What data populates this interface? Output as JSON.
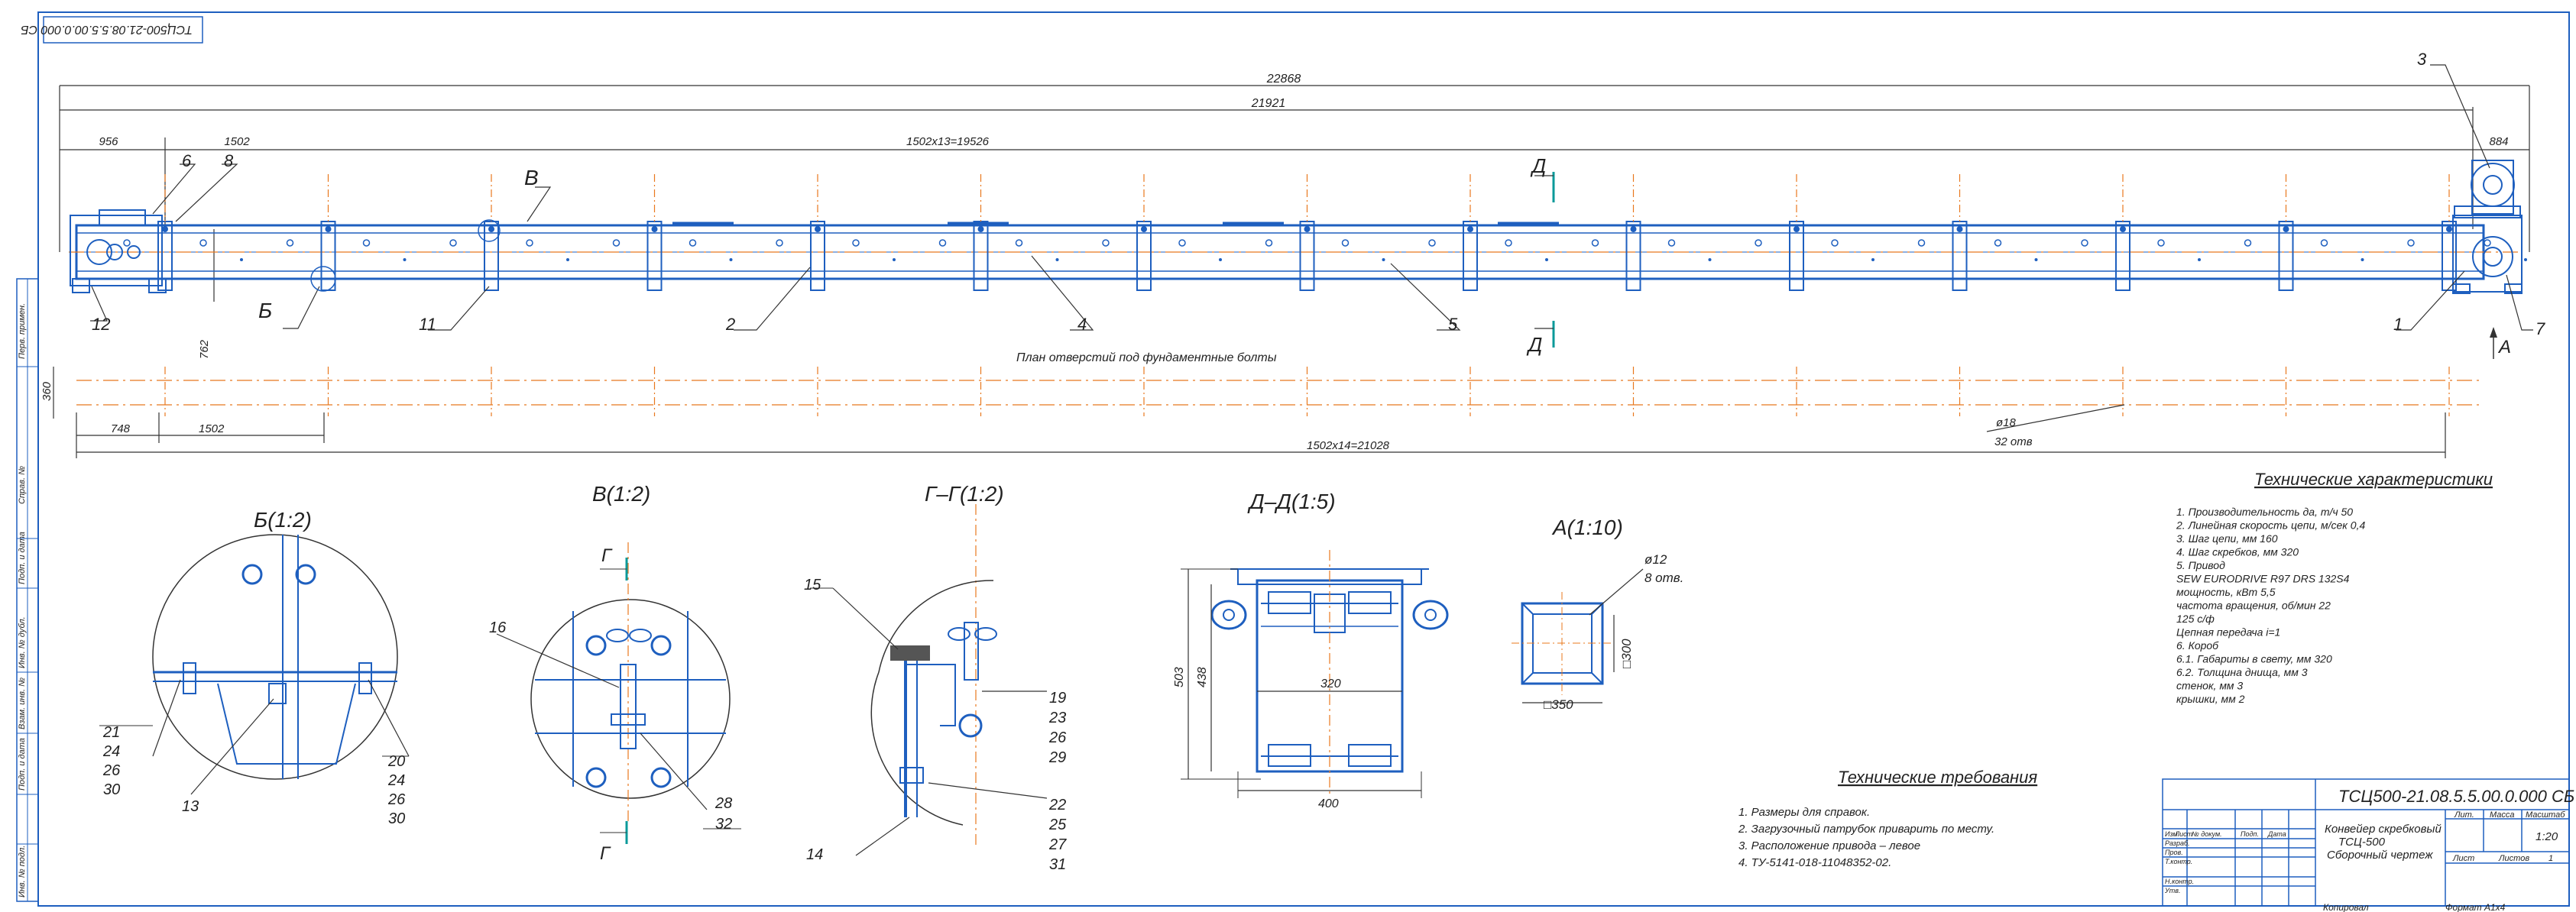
{
  "stamp_top": "ТСЦ500-21.08.5.5.00.0.000 СБ",
  "dims": {
    "overall": "22868",
    "span": "21921",
    "left_end": "956",
    "pitch_first": "1502",
    "pitch_run": "1502x13=19526",
    "right_end": "884",
    "height": "762",
    "base_width": "360",
    "bolt_left": "748",
    "bolt_pitch": "1502",
    "bolt_run": "1502x14=21028",
    "hole_dia": "ø18",
    "hole_count": "32 отв"
  },
  "callouts": {
    "c1": "1",
    "c2": "2",
    "c3": "3",
    "c4": "4",
    "c5": "5",
    "c6": "6",
    "c7": "7",
    "c8": "8",
    "c11": "11",
    "c12": "12",
    "b_mark": "Б",
    "v_mark": "В",
    "d_mark": "Д",
    "a_mark": "А"
  },
  "foundation_note": "План отверстий под фундаментные болты",
  "views": {
    "b": {
      "title": "Б(1:2)",
      "left_labels": [
        "21",
        "24",
        "26",
        "30"
      ],
      "bottom_label": "13",
      "right_labels": [
        "20",
        "24",
        "26",
        "30"
      ]
    },
    "v": {
      "title": "В(1:2)",
      "cut": "Г",
      "label_16": "16",
      "label_28": "28",
      "label_32": "32"
    },
    "g": {
      "title": "Г–Г(1:2)",
      "label_15": "15",
      "label_14": "14",
      "right_top": [
        "19",
        "23",
        "26",
        "29"
      ],
      "right_bottom": [
        "22",
        "25",
        "27",
        "31"
      ]
    },
    "d": {
      "title": "Д–Д(1:5)",
      "dim_503": "503",
      "dim_438": "438",
      "dim_320": "320",
      "dim_400": "400"
    },
    "a": {
      "title": "А(1:10)",
      "hole": "ø12",
      "holes": "8 отв.",
      "side": "□300",
      "base": "□350"
    }
  },
  "tech_chars": {
    "heading": "Технические характеристики",
    "lines": [
      "1. Производительность да, т/ч  50",
      "2. Линейная скорость цепи, м/сек  0,4",
      "3. Шаг цепи, мм  160",
      "4. Шаг скребков, мм  320",
      "5. Привод",
      "SEW EURODRIVE R97 DRS 132S4",
      "мощность, кВт  5,5",
      "частота вращения, об/мин  22",
      "125 с/ф",
      "Цепная передача i=1",
      "6. Короб",
      "6.1. Габариты в свету, мм  320",
      "6.2. Толщина днища, мм  3",
      "         стенок, мм  3",
      "         крышки, мм  2"
    ]
  },
  "tech_req": {
    "heading": "Технические требования",
    "lines": [
      "1. Размеры для справок.",
      "2. Загрузочный патрубок приварить по месту.",
      "3. Расположение привода – левое",
      "4. ТУ-5141-018-11048352-02."
    ]
  },
  "title_block": {
    "doc_number": "ТСЦ500-21.08.5.5.00.0.000 СБ",
    "name_line1": "Конвейер скребковый",
    "name_line2": "ТСЦ-500",
    "name_line3": "Сборочный чертеж",
    "col_lit": "Лит.",
    "col_mass": "Масса",
    "col_scale": "Масштаб",
    "scale": "1:20",
    "sheet": "Лист",
    "sheets": "Листов",
    "sheets_count": "1",
    "rows": [
      "Изм",
      "Лист",
      "№ докум.",
      "Подп.",
      "Дата"
    ],
    "roles": [
      "Разраб.",
      "Пров.",
      "Т.контр.",
      "Н.контр.",
      "Утв."
    ],
    "copied": "Копировал",
    "format": "Формат  А1х4"
  },
  "side_strip": [
    "Перв. примен.",
    "Справ. №",
    "Подп. и дата",
    "Инв. № дубл.",
    "Взам. инв. №",
    "Подп. и дата",
    "Инв. № подл."
  ]
}
